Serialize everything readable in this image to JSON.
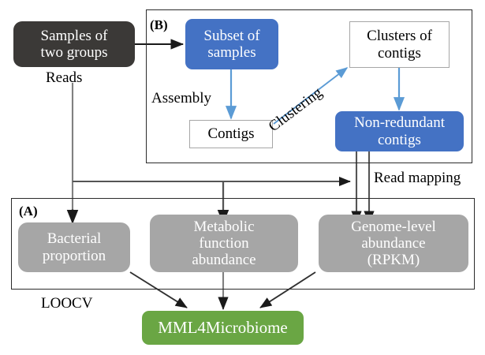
{
  "figure": {
    "panels": [
      {
        "id": "B",
        "label": "(B)"
      },
      {
        "id": "A",
        "label": "(A)"
      }
    ],
    "nodes": {
      "samples": "Samples of\ntwo groups",
      "subset": "Subset of\nsamples",
      "clusters": "Clusters of\ncontigs",
      "contigs": "Contigs",
      "non_redundant": "Non-redundant\ncontigs",
      "bacterial": "Bacterial\nproportion",
      "metabolic": "Metabolic\nfunction\nabundance",
      "genome": "Genome-level\nabundance\n(RPKM)",
      "output": "MML4Microbiome"
    },
    "edge_labels": {
      "reads": "Reads",
      "assembly": "Assembly",
      "clustering": "Clustering",
      "read_mapping": "Read mapping",
      "loocv": "LOOCV"
    },
    "colors": {
      "dark_box": "#3b3937",
      "blue_box": "#4472c4",
      "gray_box": "#a6a6a6",
      "green_box": "#6aa644",
      "white_box_border": "#a6a6a6",
      "blue_arrow": "#5b9bd5",
      "gray_arrow": "#808080",
      "black_arrow": "#1a1a1a",
      "panel_border": "#2b2b2b",
      "background": "#ffffff"
    }
  }
}
